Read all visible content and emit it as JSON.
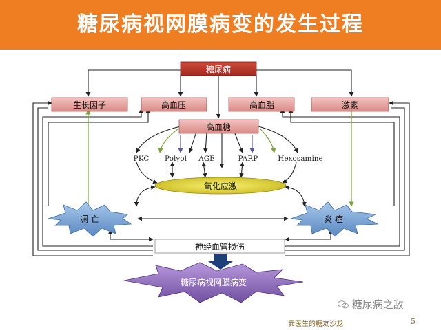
{
  "title": "糖尿病视网膜病变的发生过程",
  "nodes": {
    "diabetes": "糖尿病",
    "growth_factor": "生长因子",
    "hypertension": "高血压",
    "hyperlipidemia": "高血脂",
    "hormone": "激素",
    "hyperglycemia": "高血糖",
    "oxidative_stress": "氧化应激",
    "apoptosis": "凋 亡",
    "inflammation": "炎 症",
    "neurovascular_damage": "神经血管损伤",
    "retinopathy": "糖尿病视网膜病变"
  },
  "pathways": [
    "PKC",
    "Polyol",
    "AGE",
    "PARP",
    "Hexosamine"
  ],
  "watermark": "糖尿病之敌",
  "footer": "安医生的糖友沙龙",
  "page_number": "5",
  "colors": {
    "title_bg": "#ef7d22",
    "node_red": "#c0392b",
    "node_pink": "#e8a0a0",
    "oxidative_yellow": "#e8e040",
    "star_blue": "#7fa8d8",
    "retinopathy_purple": "#8c6ab4"
  }
}
